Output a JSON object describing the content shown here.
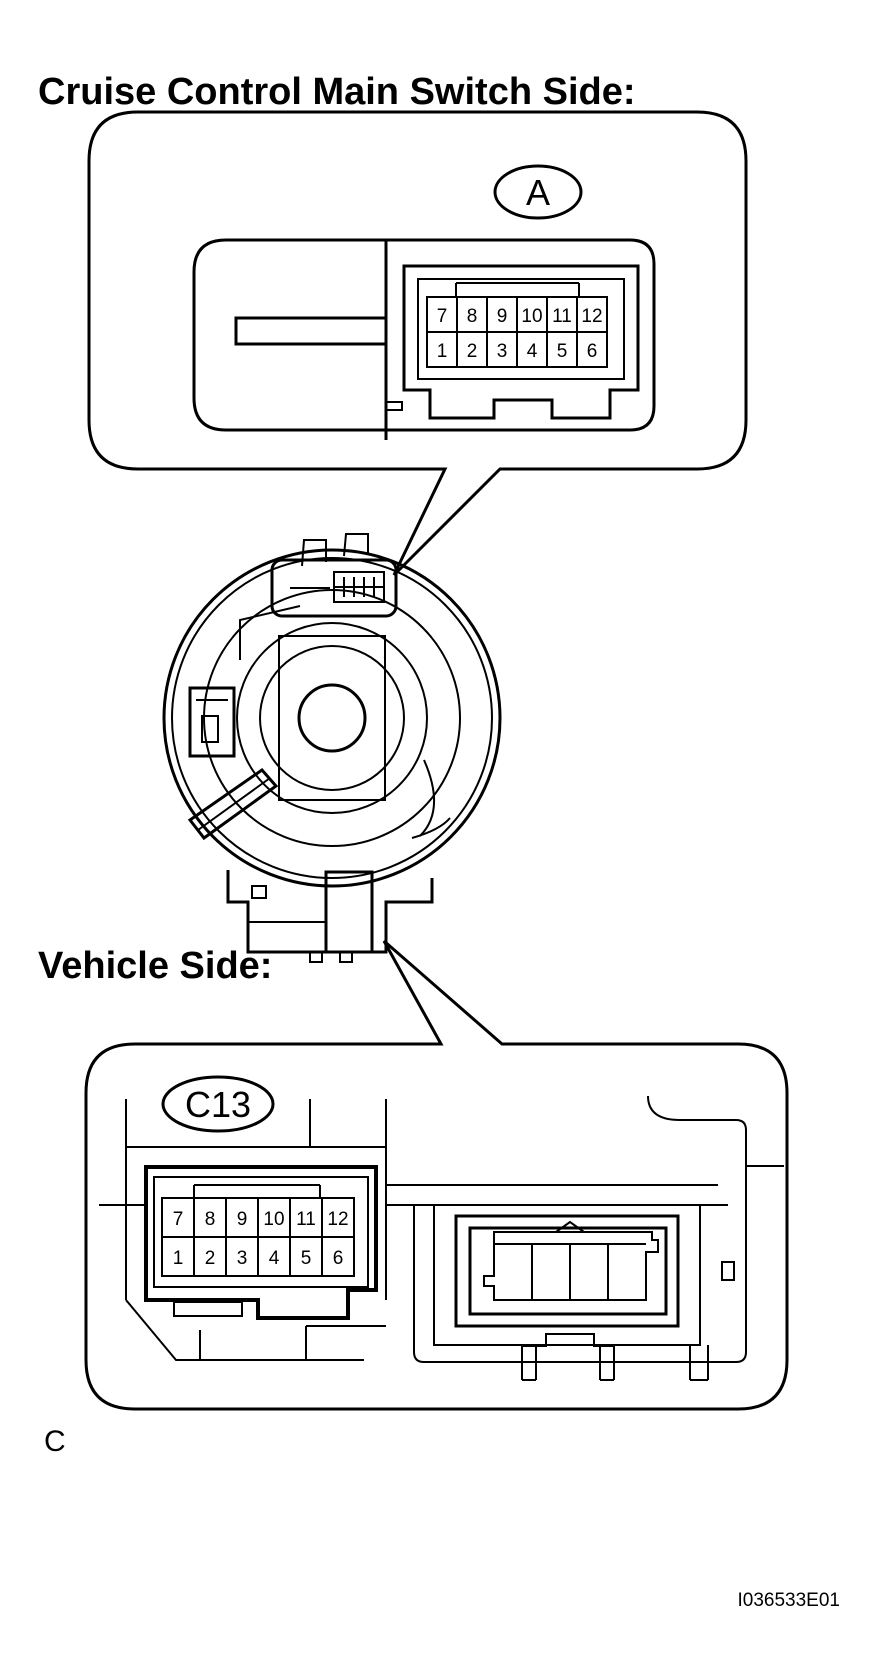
{
  "top_heading": "Cruise Control Main Switch Side:",
  "bottom_heading": "Vehicle Side:",
  "top_connector": {
    "badge": "A",
    "top_row_pins": [
      "7",
      "8",
      "9",
      "10",
      "11",
      "12"
    ],
    "bottom_row_pins": [
      "1",
      "2",
      "3",
      "4",
      "5",
      "6"
    ]
  },
  "bottom_connector": {
    "badge": "C13",
    "top_row_pins": [
      "7",
      "8",
      "9",
      "10",
      "11",
      "12"
    ],
    "bottom_row_pins": [
      "1",
      "2",
      "3",
      "4",
      "5",
      "6"
    ]
  },
  "footnote_letter": "C",
  "figure_code": "I036533E01",
  "colors": {
    "line": "#000000",
    "background": "#ffffff"
  }
}
